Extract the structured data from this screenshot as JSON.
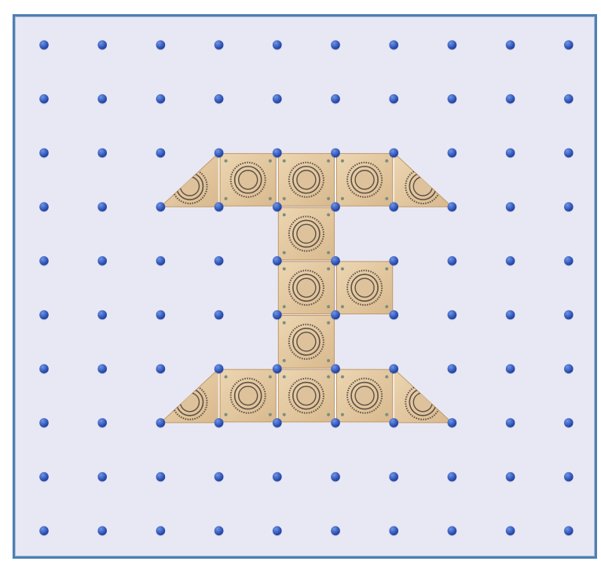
{
  "board": {
    "type": "geoboard",
    "rows": 10,
    "cols": 10,
    "background": "#e8e8f4",
    "border_color": "#4f7fb2",
    "peg_color": "#1b3fa5",
    "peg_highlight": "#6f95e6"
  },
  "tile_style": {
    "fill": "#d9b98e",
    "fill_light": "#ecd6b2",
    "stroke": "#c0996a",
    "ring_color": "#5d5045",
    "center_fill": "#dec29b",
    "dot_color": "#c98a5c"
  },
  "tiles": [
    {
      "shape": "triangle-left",
      "col": 2,
      "row": 2
    },
    {
      "shape": "square",
      "col": 3,
      "row": 2
    },
    {
      "shape": "square",
      "col": 4,
      "row": 2
    },
    {
      "shape": "square",
      "col": 5,
      "row": 2
    },
    {
      "shape": "triangle-right",
      "col": 6,
      "row": 2
    },
    {
      "shape": "square",
      "col": 4,
      "row": 3
    },
    {
      "shape": "square",
      "col": 4,
      "row": 4
    },
    {
      "shape": "square",
      "col": 5,
      "row": 4
    },
    {
      "shape": "square",
      "col": 4,
      "row": 5
    },
    {
      "shape": "triangle-left",
      "col": 2,
      "row": 6
    },
    {
      "shape": "square",
      "col": 3,
      "row": 6
    },
    {
      "shape": "square",
      "col": 4,
      "row": 6
    },
    {
      "shape": "square",
      "col": 5,
      "row": 6
    },
    {
      "shape": "triangle-right",
      "col": 6,
      "row": 6
    }
  ]
}
